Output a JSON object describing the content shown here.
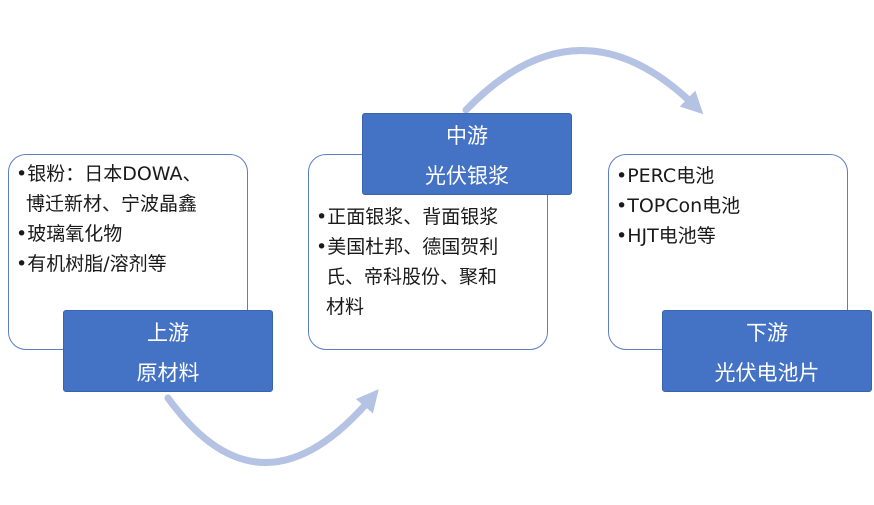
{
  "colors": {
    "panel_border": "#5b7ec4",
    "label_fill": "#4472c4",
    "arrow": "#b4c2e4"
  },
  "upstream": {
    "label_line1": "上游",
    "label_line2": "原材料",
    "items": [
      "•银粉：日本DOWA、",
      "博迁新材、宁波晶鑫",
      "•玻璃氧化物",
      "•有机树脂/溶剂等"
    ]
  },
  "midstream": {
    "label_line1": "中游",
    "label_line2": "光伏银浆",
    "items": [
      "•正面银浆、背面银浆",
      "•美国杜邦、德国贺利",
      "氏、帝科股份、聚和",
      "材料"
    ]
  },
  "downstream": {
    "label_line1": "下游",
    "label_line2": "光伏电池片",
    "items": [
      "•PERC电池",
      "•TOPCon电池",
      "•HJT电池等"
    ]
  }
}
